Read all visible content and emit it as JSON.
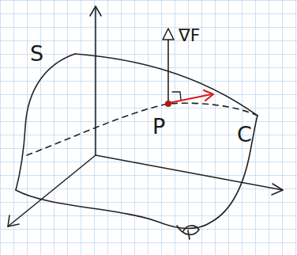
{
  "diagram": {
    "labels": [
      "S",
      "∇F",
      "P",
      "C"
    ]
  }
}
